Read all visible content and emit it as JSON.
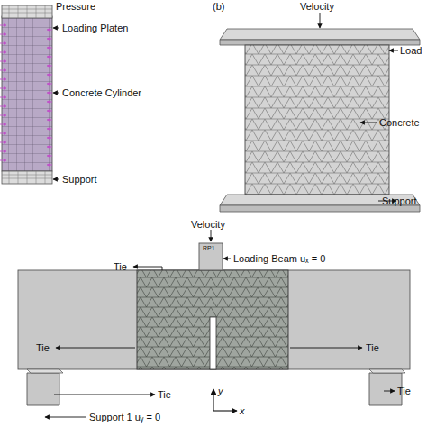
{
  "diagram": {
    "labels": [
      "Pressure",
      "Loading Platen",
      "Concrete Cylinder",
      "Support",
      "(b)",
      "Velocity",
      "Load",
      "Concrete",
      "Support",
      "Velocity",
      "RP1",
      "Loading Beam uₓ = 0",
      "Tie",
      "Tie",
      "Tie",
      "Tie",
      "Support 1 uᵧ = 0",
      "Tie",
      "y",
      "x"
    ]
  }
}
